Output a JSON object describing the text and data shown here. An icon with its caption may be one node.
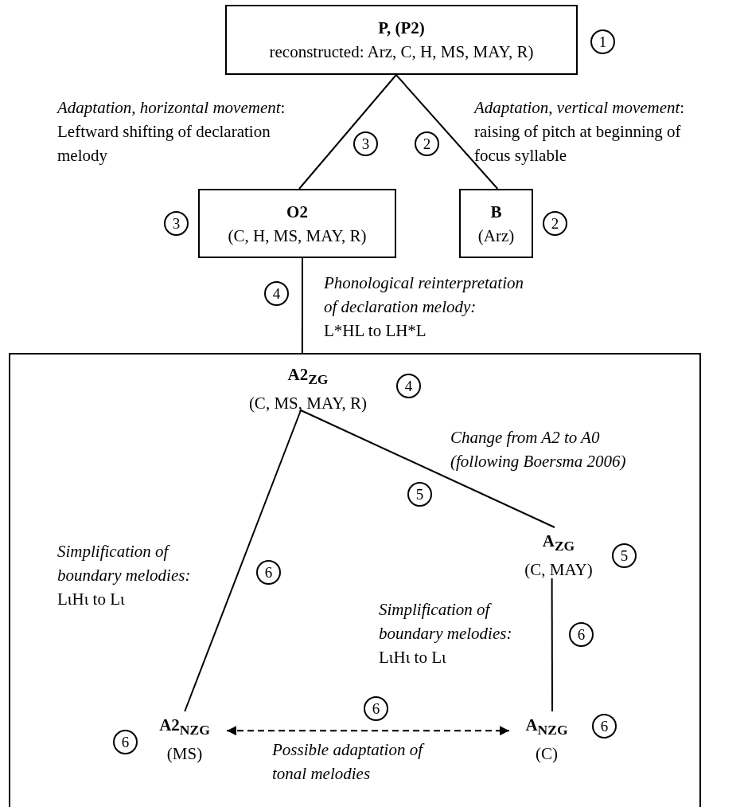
{
  "diagram": {
    "nodes": [
      {
        "text": [
          "P, (P2)",
          "reconstructed: Arz, C, H, MS, MAY, R)"
        ],
        "beside": [
          "1"
        ]
      },
      {
        "text": [
          "O2",
          "(C, H, MS, MAY, R)"
        ],
        "beside": [
          "3"
        ]
      },
      {
        "text": [
          "B",
          "(Arz)"
        ],
        "beside": [
          "2"
        ]
      },
      {
        "text": [],
        "shape": "box"
      },
      {
        "text": [
          "A2$_{ZG}$",
          "(C, MS, MAY, R)"
        ],
        "in": 3,
        "beside": [
          "4"
        ]
      },
      {
        "text": [
          "A$_{ZG}$",
          "(C, MAY)"
        ],
        "in": 3,
        "beside": [
          "5"
        ]
      },
      {
        "text": [
          "A2$_{NZG}$",
          "(MS)"
        ],
        "in": 3,
        "beside": [
          "6"
        ]
      },
      {
        "text": [
          "A$_{NZG}$",
          "(C)"
        ],
        "in": 3,
        "beside": [
          "6"
        ]
      }
    ],
    "edges": [
      {
        "from": 0,
        "to": 1,
        "arrow": "none",
        "label": "3"
      },
      {
        "from": 0,
        "to": 2,
        "arrow": "none",
        "label": "2"
      },
      {
        "from": 1,
        "to": 3,
        "arrow": "none",
        "label": "4"
      },
      {
        "from": 4,
        "to": 5,
        "arrow": "none",
        "label": "5"
      },
      {
        "from": 4,
        "to": 6,
        "arrow": "none",
        "label": "6"
      },
      {
        "from": 5,
        "to": 7,
        "arrow": "none",
        "label": "6"
      },
      {
        "from": 6,
        "to": 7,
        "arrow": "both",
        "style": "dashed",
        "label": "6"
      }
    ],
    "labels": [
      "*Adaptation, horizontal movement*: Leftward shifting of declaration melody",
      "*Adaptation, vertical movement*: raising of pitch at beginning of focus syllable",
      "Phonological reinterpretation of declaration melody:",
      "L*HL to LH*L",
      "Change from A2 to A0 (following Boersma 2006)",
      "Simplification of boundary melodies:",
      "LιHι to Lι",
      "Simplification of boundary melodies:",
      "LιHι to Lι",
      "Possible adaptation of tonal melodies"
    ]
  }
}
